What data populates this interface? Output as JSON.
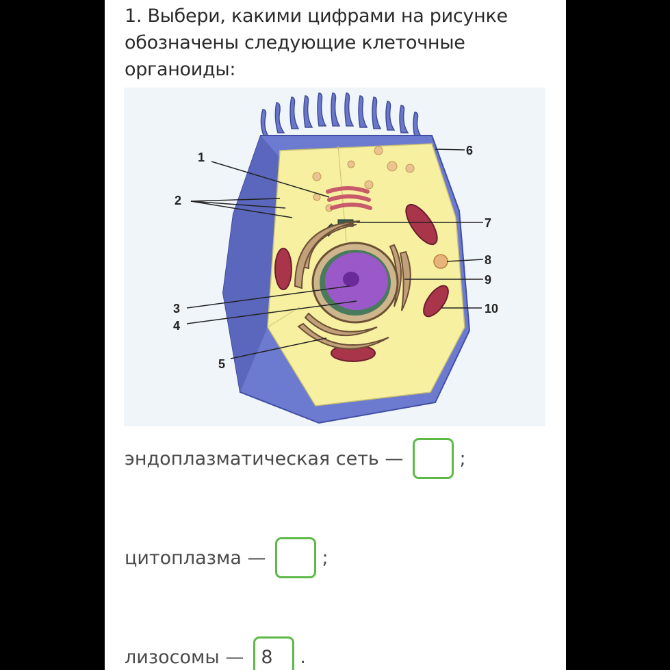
{
  "question": {
    "text": "1. Выбери, какими цифрами на рисунке обозначены следующие клеточные органоиды:"
  },
  "figure": {
    "labels": [
      "1",
      "2",
      "3",
      "4",
      "5",
      "6",
      "7",
      "8",
      "9",
      "10"
    ]
  },
  "answers": [
    {
      "label": "эндоплазматическая сеть —",
      "value": "",
      "suffix": ";"
    },
    {
      "label": "цитоплазма —",
      "value": "",
      "suffix": ";"
    },
    {
      "label": "лизосомы —",
      "value": "8",
      "suffix": "."
    }
  ],
  "colors": {
    "accent": "#5cb946",
    "membrane": "#6370c2",
    "cytoplasm": "#f6f0a0",
    "nucleus": "#9a58c8",
    "mitochondria": "#a8354a"
  }
}
